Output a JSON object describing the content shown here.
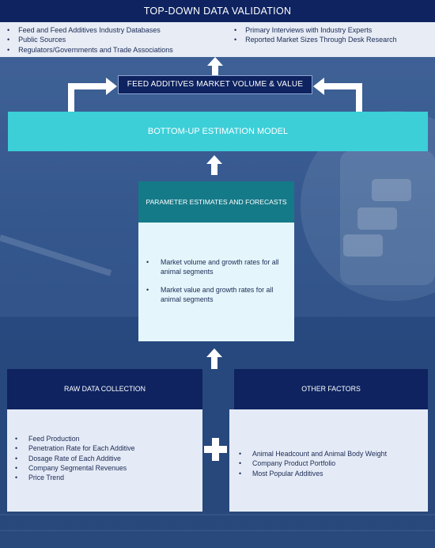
{
  "top_down": {
    "title": "TOP-DOWN DATA VALIDATION",
    "sources_left": [
      "Feed and Feed Additives Industry Databases",
      "Public Sources",
      "Regulators/Governments and Trade Associations"
    ],
    "sources_right": [
      "Primary Interviews with Industry Experts",
      "Reported Market Sizes Through Desk Research"
    ]
  },
  "market_box": {
    "label": "FEED ADDITIVES MARKET VOLUME & VALUE"
  },
  "bottom_up": {
    "label": "BOTTOM-UP ESTIMATION MODEL"
  },
  "parameters": {
    "title": "PARAMETER ESTIMATES AND FORECASTS",
    "items": [
      "Market volume and growth rates for all animal segments",
      "Market value and growth rates for all animal segments"
    ]
  },
  "raw_data": {
    "title": "RAW DATA COLLECTION",
    "items": [
      "Feed Production",
      "Penetration Rate for Each Additive",
      "Dosage Rate of Each Additive",
      "Company Segmental Revenues",
      "Price Trend"
    ]
  },
  "other_factors": {
    "title": "OTHER FACTORS",
    "items": [
      "Animal Headcount and Animal Body Weight",
      "Company Product Portfolio",
      "Most Popular Additives"
    ]
  },
  "colors": {
    "navy": "#0e2360",
    "teal": "#157a88",
    "cyan": "#3ccfd8",
    "light_box": "#e5ebf6",
    "arrow": "#ffffff"
  }
}
